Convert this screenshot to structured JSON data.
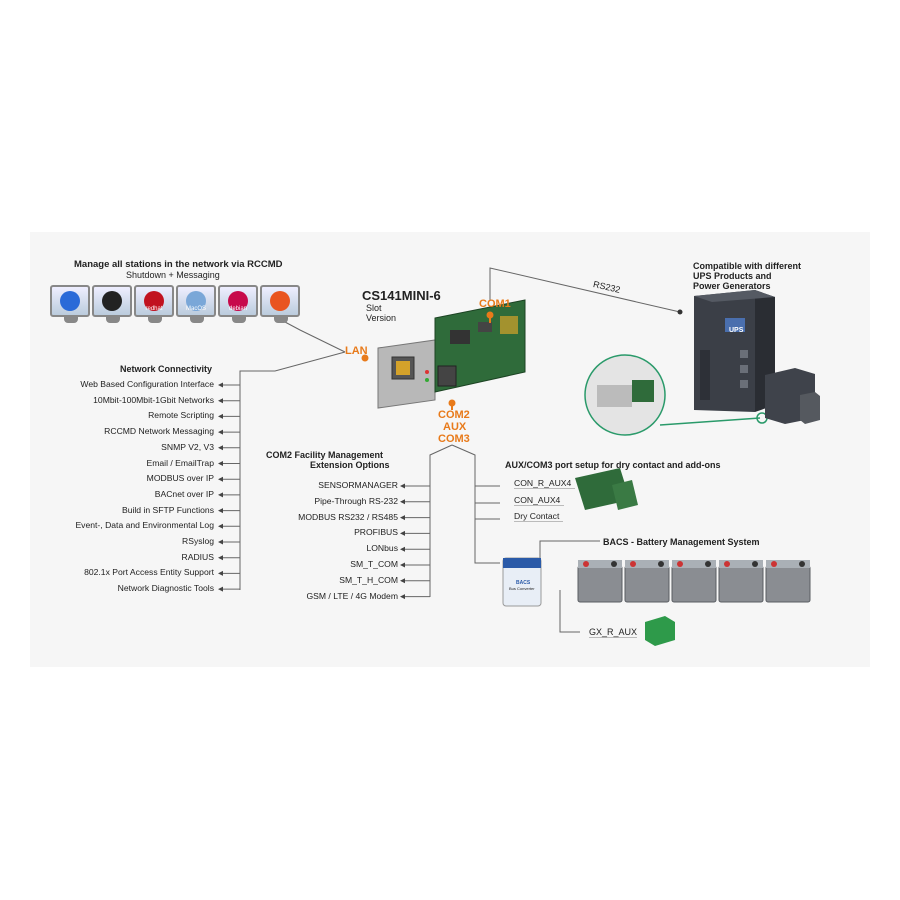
{
  "header": {
    "manage_title": "Manage all stations in the network via RCCMD",
    "manage_subtitle": "Shutdown + Messaging",
    "product_name": "CS141MINI-6",
    "product_variant_line1": "Slot",
    "product_variant_line2": "Version"
  },
  "ports": {
    "lan": "LAN",
    "com1": "COM1",
    "com2": "COM2",
    "aux": "AUX",
    "com3": "COM3",
    "rs232": "RS232"
  },
  "ups": {
    "title_line1": "Compatible with different",
    "title_line2": "UPS Products and",
    "title_line3": "Power Generators",
    "cabinet_label": "UPS"
  },
  "network": {
    "title": "Network Connectivity",
    "items": [
      "Web Based Configuration Interface",
      "10Mbit-100Mbit-1Gbit Networks",
      "Remote Scripting",
      "RCCMD Network Messaging",
      "SNMP V2, V3",
      "Email / EmailTrap",
      "MODBUS over IP",
      "BACnet over IP",
      "Build in SFTP Functions",
      "Event-, Data and Environmental Log",
      "RSyslog",
      "RADIUS",
      "802.1x Port Access Entity Support",
      "Network Diagnostic Tools"
    ]
  },
  "com2": {
    "title_line1": "COM2 Facility Management",
    "title_line2": "Extension Options",
    "items": [
      "SENSORMANAGER",
      "Pipe-Through RS-232",
      "MODBUS RS232 / RS485",
      "PROFIBUS",
      "LONbus",
      "SM_T_COM",
      "SM_T_H_COM",
      "GSM / LTE / 4G Modem"
    ]
  },
  "aux": {
    "title": "AUX/COM3 port setup for dry contact and add-ons",
    "items": [
      "CON_R_AUX4",
      "CON_AUX4",
      "Dry Contact"
    ]
  },
  "bacs": {
    "title": "BACS - Battery Management System",
    "converter_label_line1": "BACS",
    "converter_label_line2": "Bus Converter",
    "gx_label": "GX_R_AUX"
  },
  "os_icons": [
    "windows-icon",
    "linux-icon",
    "redhat-icon",
    "macos-icon",
    "debian-icon",
    "ubuntu-icon"
  ],
  "os_labels": [
    "",
    "",
    "redhat",
    "MacOS",
    "debian",
    ""
  ],
  "colors": {
    "accent": "#e87a1a",
    "board": "#2f6b3a",
    "ups_body": "#3b3f47"
  }
}
